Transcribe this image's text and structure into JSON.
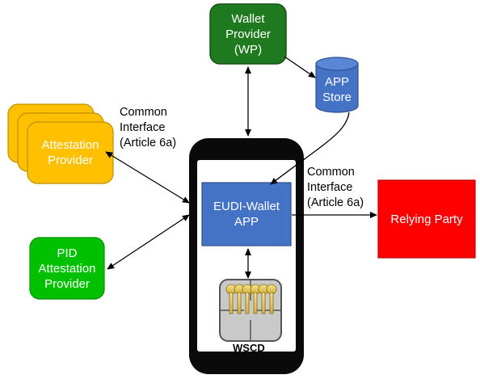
{
  "nodes": {
    "wallet_provider": {
      "lines": [
        "Wallet",
        "Provider",
        "(WP)"
      ],
      "fill": "#1f7a1f"
    },
    "app_store": {
      "lines": [
        "APP",
        "Store"
      ],
      "fill": "#4472c4"
    },
    "attestation_provider": {
      "lines": [
        "Attestation",
        "Provider"
      ],
      "fill": "#ffc000"
    },
    "pid_provider": {
      "lines": [
        "PID",
        "Attestation",
        "Provider"
      ],
      "fill": "#00c000"
    },
    "eudi_wallet_app": {
      "lines": [
        "EUDI-Wallet",
        "APP"
      ],
      "fill": "#4472c4"
    },
    "relying_party": {
      "lines": [
        "Relying Party"
      ],
      "fill": "#ff0000"
    },
    "wscd": {
      "label": "WSCD"
    }
  },
  "edge_labels": {
    "left_interface": [
      "Common",
      "Interface",
      "(Article 6a)"
    ],
    "right_interface": [
      "Common",
      "Interface",
      "(Article 6a)"
    ]
  }
}
